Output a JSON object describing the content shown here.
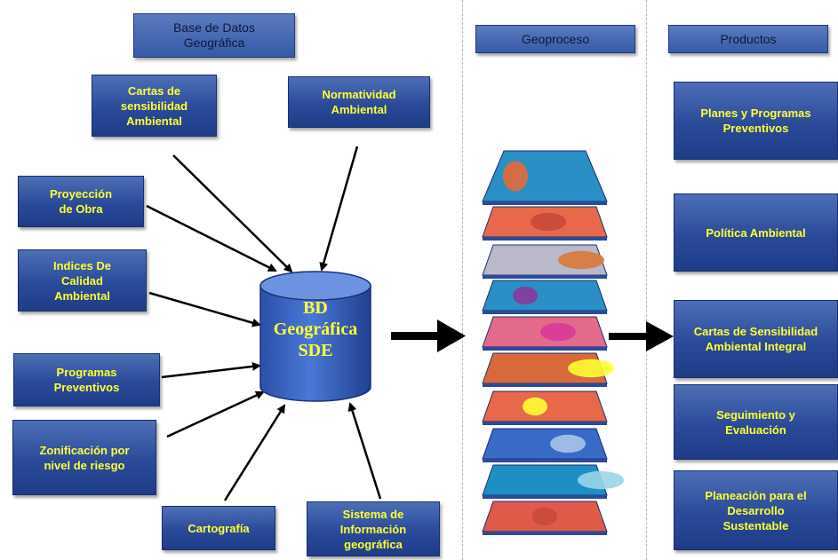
{
  "headers": {
    "base_datos": "Base de Datos\nGeográfica",
    "geoproceso": "Geoproceso",
    "productos": "Productos"
  },
  "inputs": {
    "cartas": "Cartas de\nsensibilidad\nAmbiental",
    "normatividad": "Normatividad\nAmbiental",
    "proyeccion": "Proyección\nde Obra",
    "indices": "Indices De\nCalidad\nAmbiental",
    "programas": "Programas\nPreventivos",
    "zonificacion": "Zonificación por\nnivel de riesgo",
    "cartografia": "Cartografía",
    "sistema": "Sistema de\nInformación\ngeográfica"
  },
  "database": {
    "label": "BD\nGeográfica\nSDE"
  },
  "products": {
    "planes": "Planes y Programas\nPreventivos",
    "politica": "Política Ambiental",
    "cartas_integral": "Cartas de Sensibilidad\nAmbiental Integral",
    "seguimiento": "Seguimiento y\nEvaluación",
    "planeacion": "Planeación para el\nDesarrollo\nSustentable"
  },
  "colors": {
    "box_fill": "#2a4a99",
    "box_text": "#ffff33",
    "header_text": "#0b1a3a",
    "arrow": "#000000",
    "cylinder": "#3d66c4"
  },
  "layers": [
    {
      "base": "#2a8fc4",
      "accent": "#e36a3a"
    },
    {
      "base": "#e8694a",
      "accent": "#c44a3a"
    },
    {
      "base": "#b9b9c9",
      "accent": "#d87a3a"
    },
    {
      "base": "#2a8fc4",
      "accent": "#8a3a9a"
    },
    {
      "base": "#e36a8a",
      "accent": "#d83a9a"
    },
    {
      "base": "#d86a3a",
      "accent": "#ffff33"
    },
    {
      "base": "#e8694a",
      "accent": "#ffff33"
    },
    {
      "base": "#3a6ac8",
      "accent": "#a9c4e8"
    },
    {
      "base": "#1e8fc4",
      "accent": "#9ad4e8"
    },
    {
      "base": "#e05a4a",
      "accent": "#c84a3a"
    }
  ]
}
